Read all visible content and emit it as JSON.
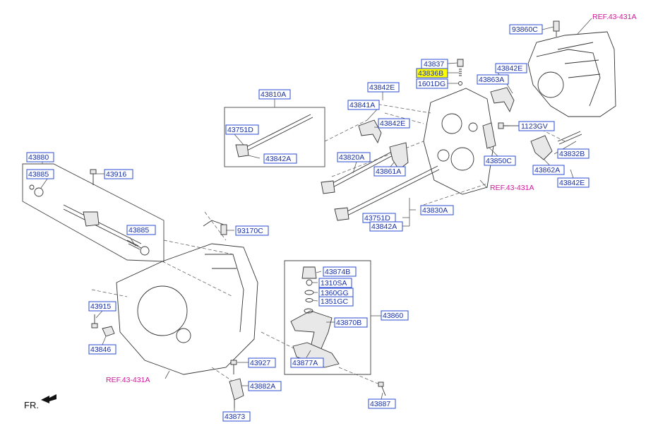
{
  "callouts": {
    "c93860C": "93860C",
    "ref_top": "REF.43-431A",
    "c43837": "43837",
    "c43836B": "43836B",
    "c1601DG": "1601DG",
    "c43842E_top_right": "43842E",
    "c43863A": "43863A",
    "c43810A": "43810A",
    "c43842E_mid": "43842E",
    "c43841A": "43841A",
    "c43842E_mid2": "43842E",
    "c1123GV": "1123GV",
    "c43751D_top": "43751D",
    "c43842A_top": "43842A",
    "c43820A": "43820A",
    "c43861A": "43861A",
    "c43850C": "43850C",
    "c43832B": "43832B",
    "c43862A": "43862A",
    "c43842E_right": "43842E",
    "ref_mid": "REF.43-431A",
    "c43880": "43880",
    "c43885_top": "43885",
    "c43916": "43916",
    "c43885_bottom": "43885",
    "c43830A": "43830A",
    "c43751D_bottom": "43751D",
    "c43842A_bottom": "43842A",
    "c93170C": "93170C",
    "c43874B": "43874B",
    "c1310SA": "1310SA",
    "c1360GG": "1360GG",
    "c1351GC": "1351GC",
    "c43860": "43860",
    "c43870B": "43870B",
    "c43877A": "43877A",
    "c43915": "43915",
    "c43846": "43846",
    "c43927": "43927",
    "c43882A": "43882A",
    "ref_bottom": "REF.43-431A",
    "c43887": "43887",
    "c43873": "43873"
  },
  "orientation": {
    "front_label": "FR.",
    "arrow_icon": "front-direction-arrow-icon"
  },
  "colors": {
    "callout_text": "#1a2fa0",
    "callout_border": "#2b4bd6",
    "reference_text": "#d0179a",
    "highlight": "#ffff00"
  }
}
